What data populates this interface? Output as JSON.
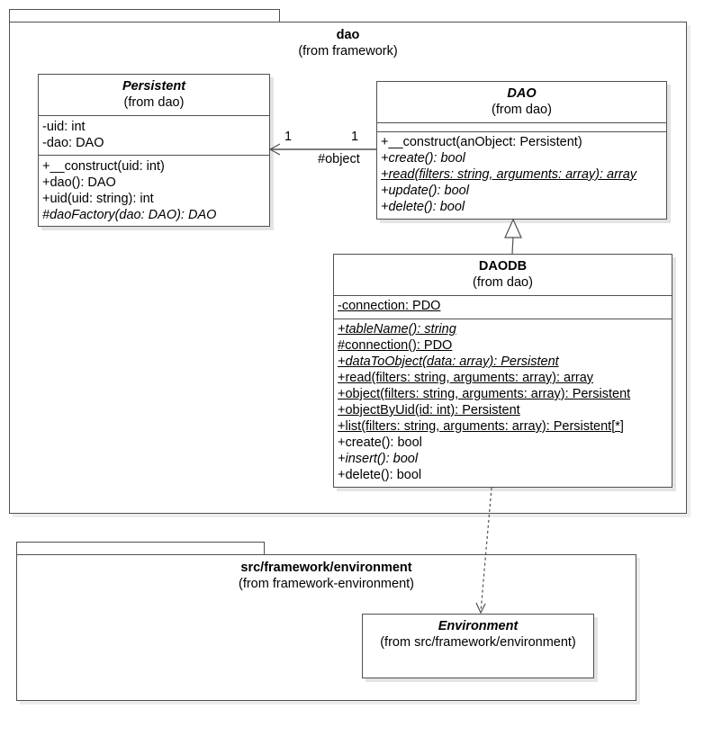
{
  "packages": {
    "dao": {
      "name": "dao",
      "origin": "(from framework)"
    },
    "environment": {
      "name": "src/framework/environment",
      "origin": "(from framework-environment)"
    }
  },
  "classes": {
    "persistent": {
      "name": "Persistent",
      "origin": "(from dao)",
      "attributes": [
        {
          "text": "-uid: int"
        },
        {
          "text": "-dao: DAO"
        }
      ],
      "methods": [
        {
          "text": "+__construct(uid: int)"
        },
        {
          "text": "+dao(): DAO"
        },
        {
          "text": "+uid(uid: string): int"
        },
        {
          "text": "#daoFactory(dao: DAO): DAO",
          "italic": true
        }
      ]
    },
    "dao": {
      "name": "DAO",
      "origin": "(from dao)",
      "attributes": [],
      "methods": [
        {
          "text": "+__construct(anObject: Persistent)"
        },
        {
          "text": "+create(): bool",
          "italic": true
        },
        {
          "text": "+read(filters: string, arguments: array): array",
          "italic": true,
          "underline": true
        },
        {
          "text": "+update(): bool",
          "italic": true
        },
        {
          "text": "+delete(): bool",
          "italic": true
        }
      ]
    },
    "daodb": {
      "name": "DAODB",
      "origin": "(from dao)",
      "attributes": [
        {
          "text": "-connection: PDO",
          "underline": true
        }
      ],
      "methods": [
        {
          "text": "+tableName(): string",
          "italic": true,
          "underline": true
        },
        {
          "text": "#connection(): PDO",
          "underline": true
        },
        {
          "text": "+dataToObject(data: array): Persistent",
          "italic": true,
          "underline": true
        },
        {
          "text": "+read(filters: string, arguments: array): array",
          "underline": true
        },
        {
          "text": "+object(filters: string, arguments: array): Persistent",
          "underline": true
        },
        {
          "text": "+objectByUid(id: int): Persistent",
          "underline": true
        },
        {
          "text": "+list(filters: string, arguments: array): Persistent[*]",
          "underline": true
        },
        {
          "text": "+create(): bool"
        },
        {
          "text": "+insert(): bool",
          "italic": true
        },
        {
          "text": "+delete(): bool"
        }
      ]
    },
    "environment": {
      "name": "Environment",
      "origin": "(from src/framework/environment)"
    }
  },
  "association": {
    "role": "#object",
    "multiplicity_persistent": "1",
    "multiplicity_dao": "1"
  }
}
